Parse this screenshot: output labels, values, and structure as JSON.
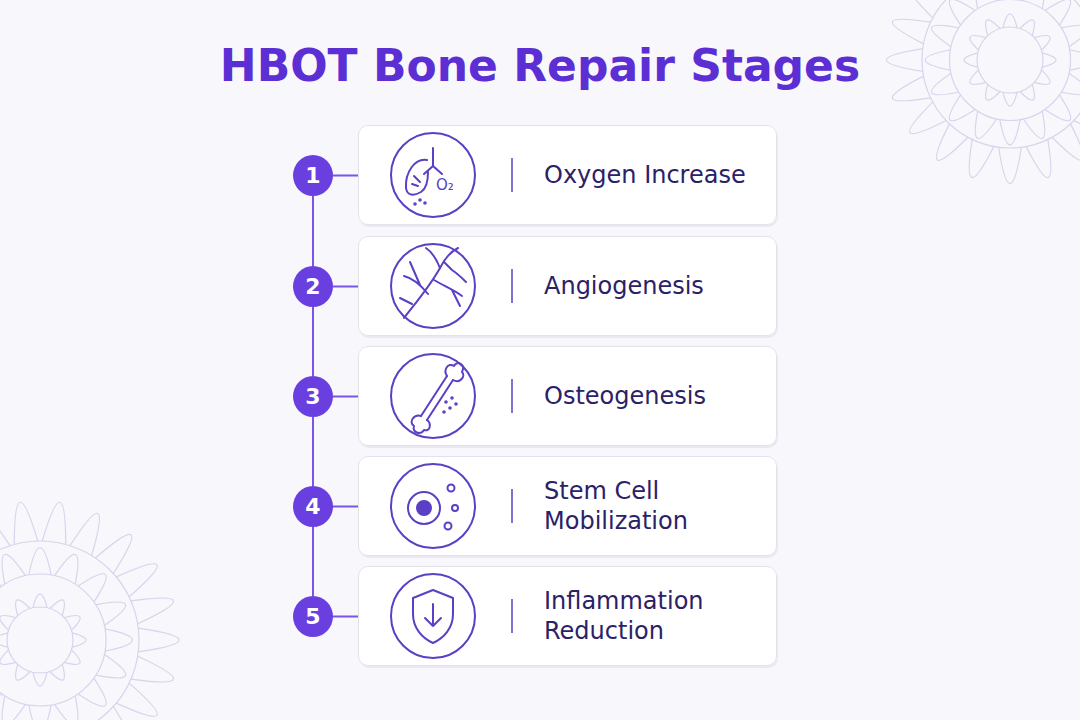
{
  "diagram": {
    "title": "HBOT Bone Repair Stages",
    "nodes": [
      {
        "text": [
          "1"
        ]
      },
      {
        "text": [
          "Oxygen Increase"
        ]
      },
      {
        "text": [
          "2"
        ]
      },
      {
        "text": [
          "Angiogenesis"
        ]
      },
      {
        "text": [
          "3"
        ]
      },
      {
        "text": [
          "Osteogenesis"
        ]
      },
      {
        "text": [
          "4"
        ]
      },
      {
        "text": [
          "Stem Cell Mobilization"
        ]
      },
      {
        "text": [
          "5"
        ]
      },
      {
        "text": [
          "Inflammation Reduction"
        ]
      }
    ],
    "edges": [
      {
        "from": 0,
        "to": 1,
        "arrow": "none"
      },
      {
        "from": 0,
        "to": 2,
        "arrow": "none"
      },
      {
        "from": 2,
        "to": 3,
        "arrow": "none"
      },
      {
        "from": 2,
        "to": 4,
        "arrow": "none"
      },
      {
        "from": 4,
        "to": 5,
        "arrow": "none"
      },
      {
        "from": 4,
        "to": 6,
        "arrow": "none"
      },
      {
        "from": 6,
        "to": 7,
        "arrow": "none"
      },
      {
        "from": 6,
        "to": 8,
        "arrow": "none"
      },
      {
        "from": 8,
        "to": 9,
        "arrow": "none"
      }
    ],
    "labels": [
      "O₂"
    ]
  }
}
